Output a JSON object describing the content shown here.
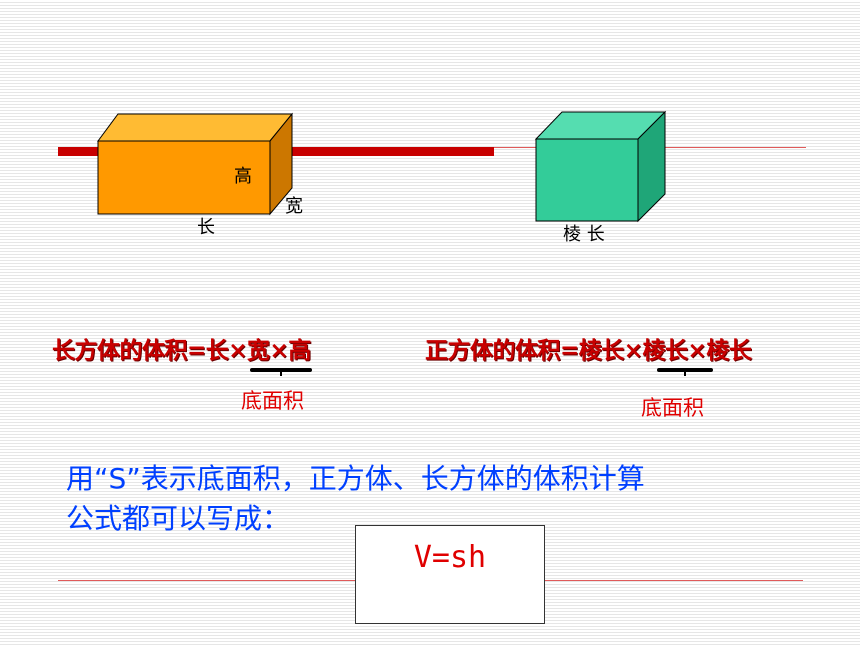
{
  "colors": {
    "cuboid_front": "#ff9900",
    "cuboid_top": "#ffbb33",
    "cuboid_side": "#cc7700",
    "cube_front": "#33cc99",
    "cube_top": "#55ddb0",
    "cube_side": "#1fa678",
    "formula_red": "#c80000",
    "base_label_red": "#e00000",
    "text_blue": "#0040ff"
  },
  "cuboid": {
    "height_label": "高",
    "width_label": "宽",
    "length_label": "长"
  },
  "cube": {
    "edge_label": "棱 长"
  },
  "formulas": {
    "cuboid_volume": "长方体的体积=长×宽×高",
    "cube_volume": "正方体的体积=棱长×棱长×棱长",
    "cuboid_base_label": "底面积",
    "cube_base_label": "底面积"
  },
  "summary": {
    "line1": "用“S”表示底面积，正方体、长方体的体积计算",
    "line2": "公式都可以写成："
  },
  "result": {
    "formula": "V=sh"
  }
}
